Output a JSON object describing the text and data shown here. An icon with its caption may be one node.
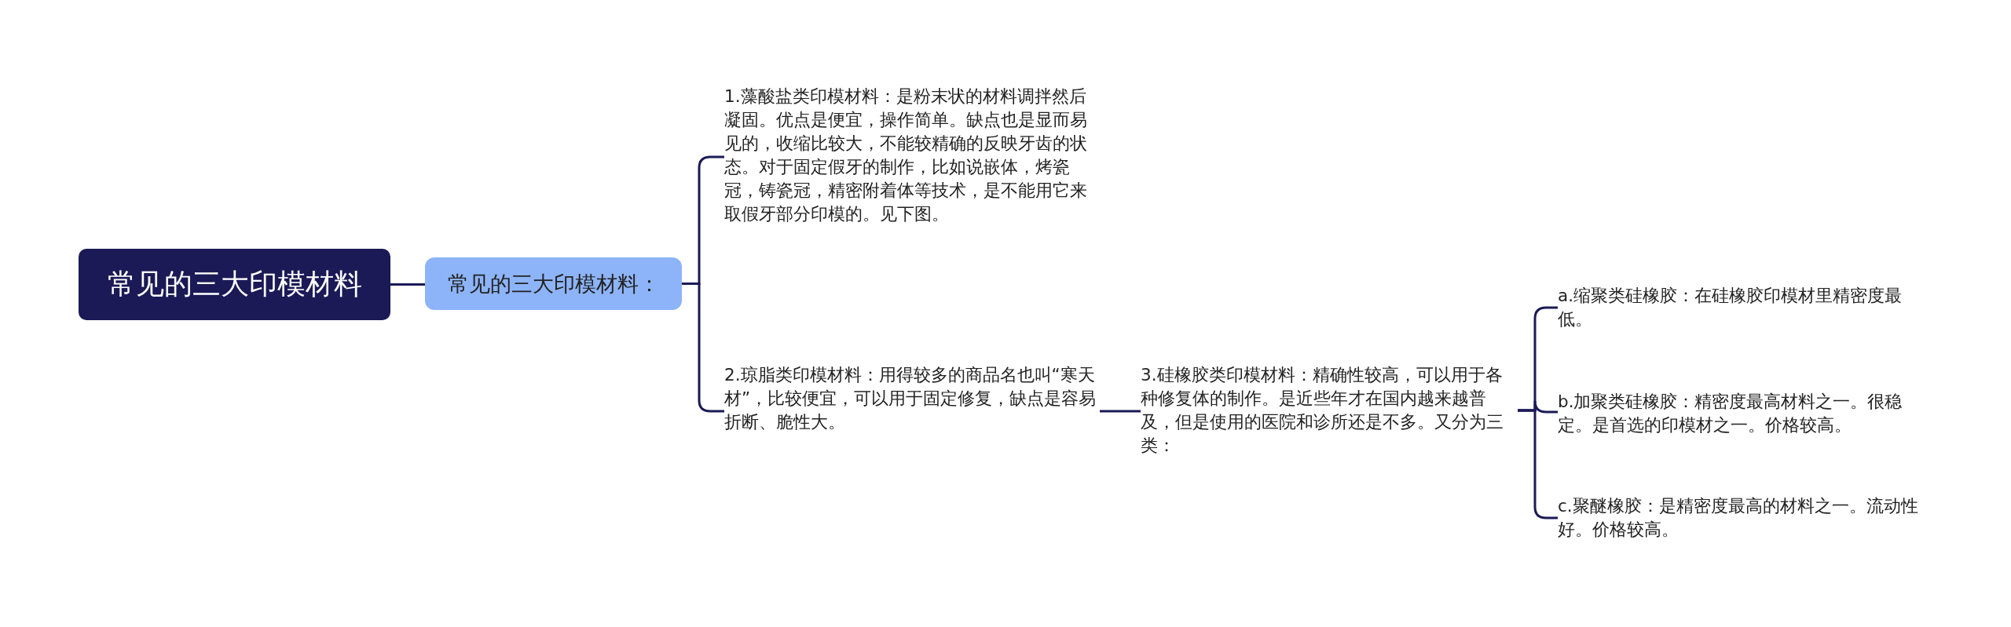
{
  "diagram": {
    "nodes": [
      {
        "text": [
          "常见的三大印模材料"
        ]
      },
      {
        "text": [
          "常见的三大印模材料："
        ]
      },
      {
        "text": [
          "1.藻酸盐类印模材料：是粉末状的材料调拌然后凝固。优点是便宜，操作简单。缺点也是显而易见的，收缩比较大，不能较精确的反映牙齿的状态。对于固定假牙的制作，比如说嵌体，烤瓷冠，铸瓷冠，精密附着体等技术，是不能用它来取假牙部分印模的。见下图。"
        ]
      },
      {
        "text": [
          "2.琼脂类印模材料：用得较多的商品名也叫“寒天材”，比较便宜，可以用于固定修复，缺点是容易折断、脆性大。"
        ]
      },
      {
        "text": [
          "3.硅橡胶类印模材料：精确性较高，可以用于各种修复体的制作。是近些年才在国内越来越普及，但是使用的医院和诊所还是不多。又分为三类："
        ]
      },
      {
        "text": [
          "a.缩聚类硅橡胶：在硅橡胶印模材里精密度最低。"
        ]
      },
      {
        "text": [
          "b.加聚类硅橡胶：精密度最高材料之一。很稳定。是首选的印模材之一。价格较高。"
        ]
      },
      {
        "text": [
          "c.聚醚橡胶：是精密度最高的材料之一。流动性好。价格较高。"
        ]
      }
    ],
    "edges": [
      {
        "from": 0,
        "to": 1,
        "arrow": "none"
      },
      {
        "from": 1,
        "to": 2,
        "arrow": "none"
      },
      {
        "from": 1,
        "to": 3,
        "arrow": "none"
      },
      {
        "from": 3,
        "to": 4,
        "arrow": "none"
      },
      {
        "from": 4,
        "to": 5,
        "arrow": "none"
      },
      {
        "from": 4,
        "to": 6,
        "arrow": "none"
      },
      {
        "from": 4,
        "to": 7,
        "arrow": "none"
      }
    ]
  }
}
